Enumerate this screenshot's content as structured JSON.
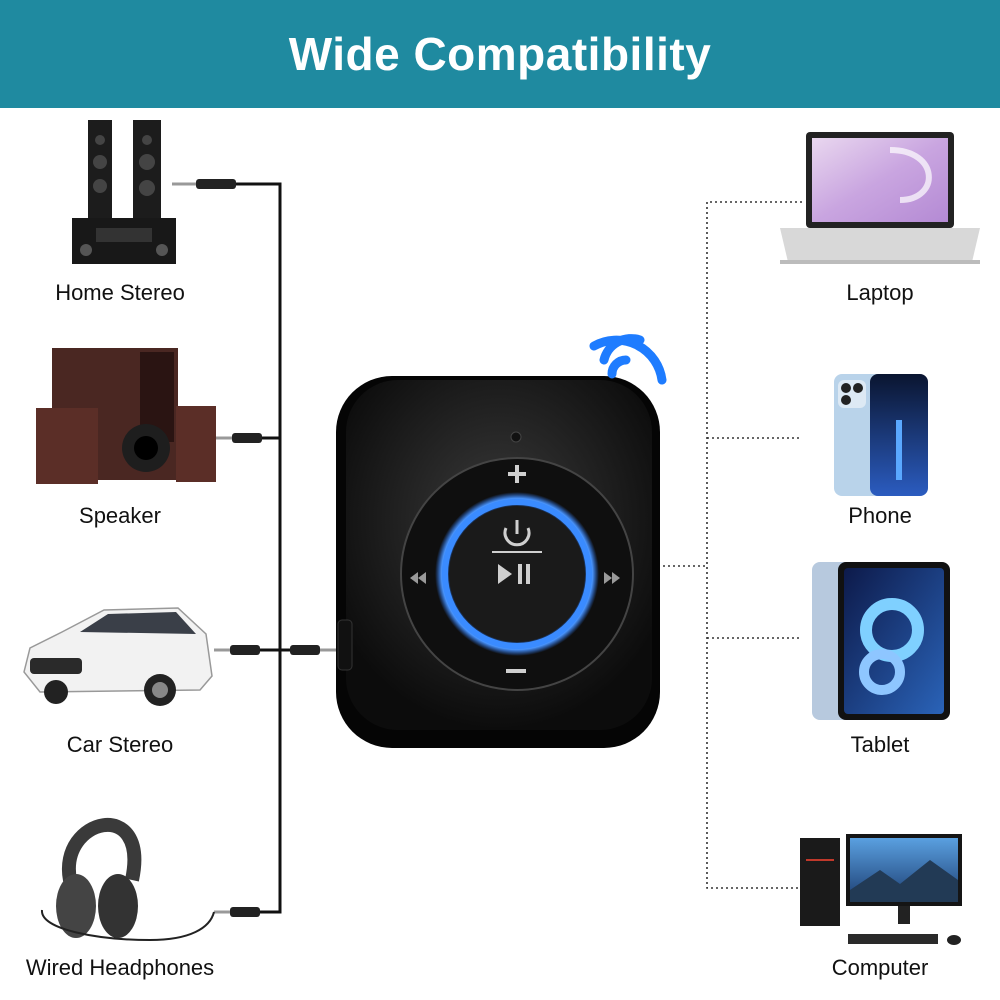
{
  "header": {
    "title": "Wide Compatibility",
    "background": "#1f8aa0"
  },
  "left_devices": [
    {
      "label": "Home Stereo",
      "icon": "home-stereo-icon"
    },
    {
      "label": "Speaker",
      "icon": "speaker-icon"
    },
    {
      "label": "Car Stereo",
      "icon": "car-icon"
    },
    {
      "label": "Wired Headphones",
      "icon": "headphones-icon"
    }
  ],
  "right_devices": [
    {
      "label": "Laptop",
      "icon": "laptop-icon"
    },
    {
      "label": "Phone",
      "icon": "phone-icon"
    },
    {
      "label": "Tablet",
      "icon": "tablet-icon"
    },
    {
      "label": "Computer",
      "icon": "computer-icon"
    }
  ],
  "device": {
    "buttons": [
      "power",
      "play-pause",
      "volume-up",
      "volume-down",
      "previous",
      "next"
    ],
    "ring_color": "#2f7dff"
  },
  "colors": {
    "accent": "#1f8aa0",
    "bluetooth": "#1e7cff"
  }
}
